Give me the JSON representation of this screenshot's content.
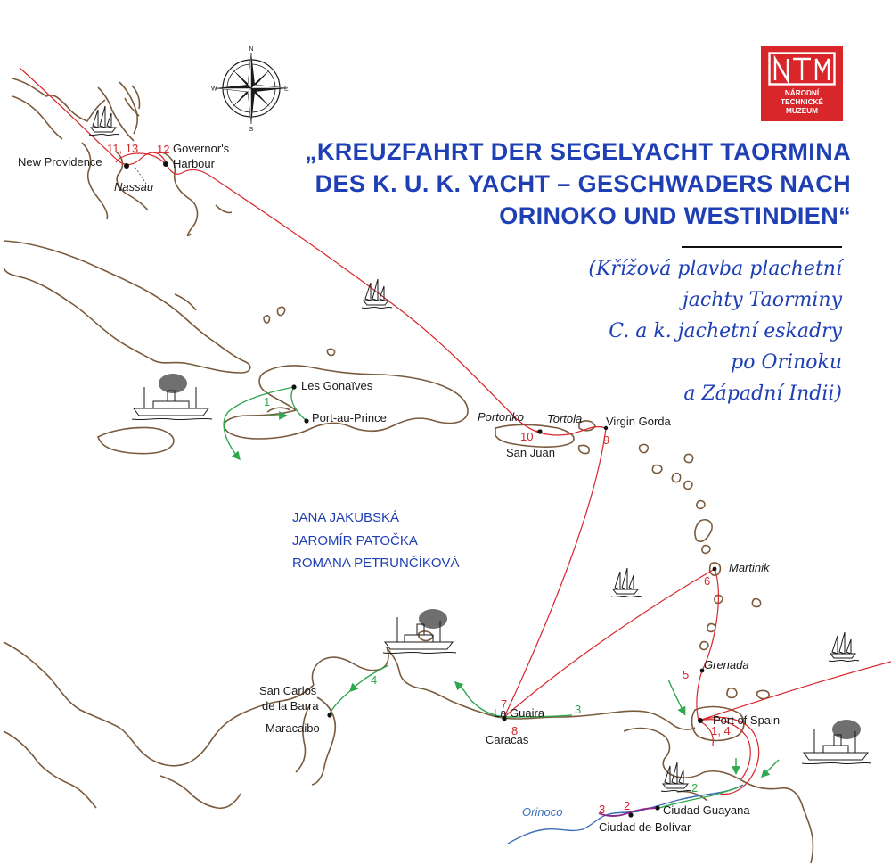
{
  "title_lines": [
    "„KREUZFAHRT DER SEGELYACHT TAORMINA",
    "DES K. U. K. YACHT – GESCHWADERS NACH",
    "ORINOKO UND WESTINDIEN“"
  ],
  "subtitle_lines": [
    "(Křížová plavba plachetní",
    "jachty Taorminy",
    "C. a k. jachetní eskadry",
    "po Orinoku",
    "a Západní Indii)"
  ],
  "authors": [
    "JANA JAKUBSKÁ",
    "JAROMÍR PATOČKA",
    "ROMANA PETRUNČÍKOVÁ"
  ],
  "logo": {
    "mark": "NTM",
    "lines": [
      "NÁRODNÍ",
      "TECHNICKÉ",
      "MUZEUM"
    ]
  },
  "compass": {
    "n": "N",
    "s": "S",
    "e": "E",
    "w": "W"
  },
  "places": {
    "new_providence": "New Providence",
    "nassau": "Nassau",
    "governors_harbour_1": "Governor's",
    "governors_harbour_2": "Harbour",
    "les_gonaives": "Les Gonaïves",
    "port_au_prince": "Port-au-Prince",
    "portoriko": "Portoriko",
    "tortola": "Tortola",
    "virgin_gorda": "Virgin Gorda",
    "san_juan": "San Juan",
    "martinik": "Martinik",
    "grenada": "Grenada",
    "port_of_spain": "Port of Spain",
    "la_guaira": "La Guaira",
    "caracas": "Caracas",
    "san_carlos_1": "San Carlos",
    "san_carlos_2": "de la Barra",
    "maracaibo": "Maracaibo",
    "ciudad_guayana": "Ciudad Guayana",
    "ciudad_bolivar": "Ciudad de Bolívar",
    "orinoco": "Orinoco"
  },
  "stops_red": {
    "s11_13": "11, 13",
    "s12": "12",
    "s10": "10",
    "s9": "9",
    "s6": "6",
    "s5": "5",
    "s7": "7",
    "s8": "8",
    "s1_4": "1, 4",
    "s3": "3",
    "s2": "2"
  },
  "stops_green": {
    "g1": "1",
    "g2": "2",
    "g3": "3",
    "g4": "4"
  },
  "colors": {
    "land": "#7a5a3c",
    "sail_route": "#d8262b",
    "steam_route": "#2fa84f",
    "river": "#3b6fb6",
    "title": "#1f3fb5",
    "logo": "#d8262b"
  }
}
